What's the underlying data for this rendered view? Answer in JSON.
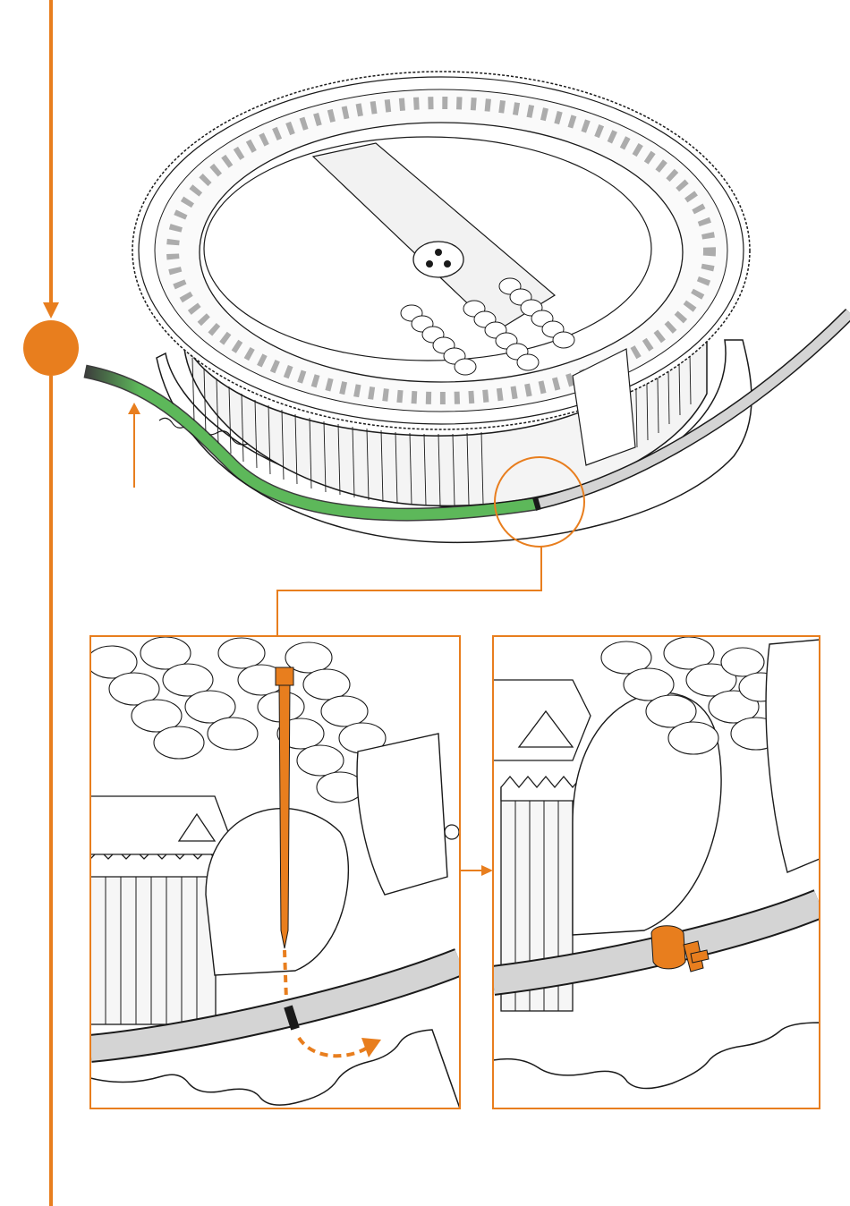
{
  "colors": {
    "accent": "#E87E1E",
    "cable_green": "#5DB85A",
    "cable_grey": "#D4D4D4",
    "line": "#1a1a1a",
    "background": "#FFFFFF"
  },
  "steps": [
    {
      "name": "overview",
      "description_visible": false
    },
    {
      "name": "detail-tie-insert"
    },
    {
      "name": "detail-tie-fastened"
    }
  ]
}
